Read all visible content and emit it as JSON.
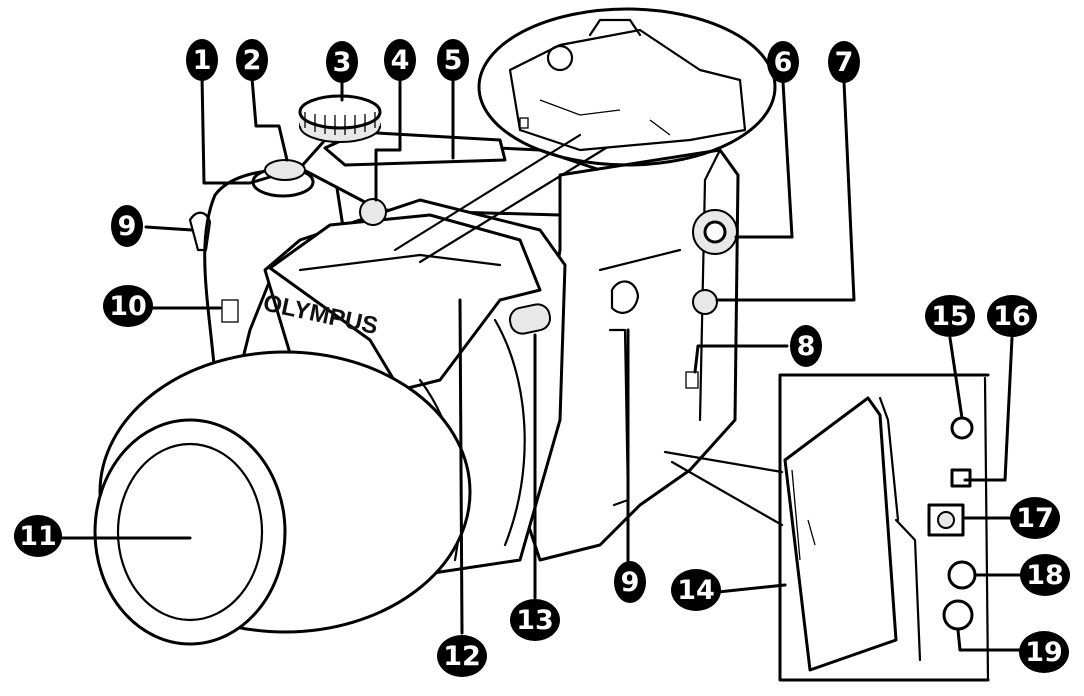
{
  "brand": "OLYMPUS",
  "callouts": [
    {
      "id": "c1",
      "label": "1"
    },
    {
      "id": "c2",
      "label": "2"
    },
    {
      "id": "c3",
      "label": "3"
    },
    {
      "id": "c4",
      "label": "4"
    },
    {
      "id": "c5",
      "label": "5"
    },
    {
      "id": "c6",
      "label": "6"
    },
    {
      "id": "c7",
      "label": "7"
    },
    {
      "id": "c8",
      "label": "8"
    },
    {
      "id": "c9a",
      "label": "9"
    },
    {
      "id": "c9b",
      "label": "9"
    },
    {
      "id": "c10",
      "label": "10"
    },
    {
      "id": "c11",
      "label": "11"
    },
    {
      "id": "c12",
      "label": "12"
    },
    {
      "id": "c13",
      "label": "13"
    },
    {
      "id": "c14",
      "label": "14"
    },
    {
      "id": "c15",
      "label": "15"
    },
    {
      "id": "c16",
      "label": "16"
    },
    {
      "id": "c17",
      "label": "17"
    },
    {
      "id": "c18",
      "label": "18"
    },
    {
      "id": "c19",
      "label": "19"
    }
  ]
}
